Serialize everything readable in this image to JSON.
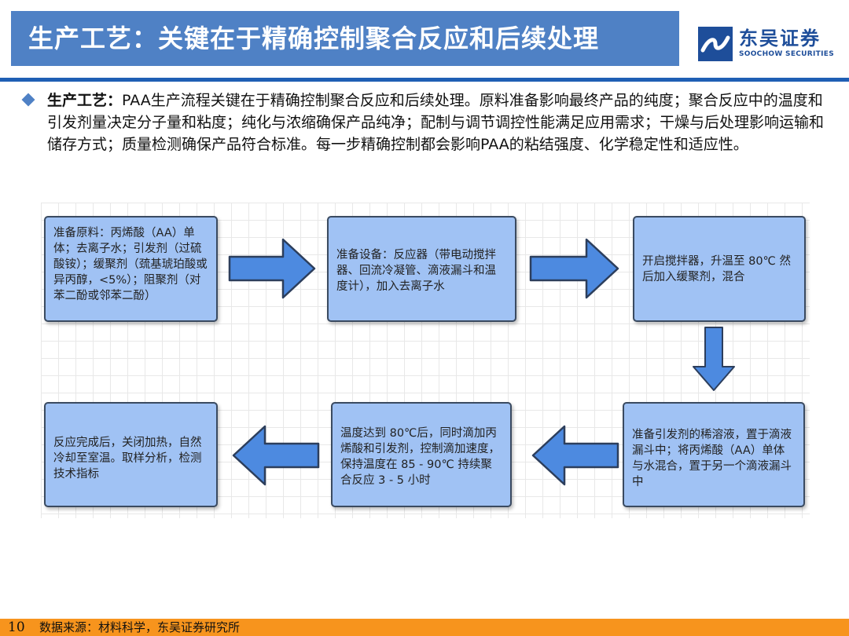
{
  "header": {
    "title": "生产工艺：关键在于精确控制聚合反应和后续处理",
    "logo_cn": "东吴证券",
    "logo_en": "SOOCHOW SECURITIES"
  },
  "intro": {
    "lead": "生产工艺：",
    "body": "PAA生产流程关键在于精确控制聚合反应和后续处理。原料准备影响最终产品的纯度；聚合反应中的温度和引发剂量决定分子量和粘度；纯化与浓缩确保产品纯净；配制与调节调控性能满足应用需求；干燥与后处理影响运输和储存方式；质量检测确保产品符合标准。每一步精确控制都会影响PAA的粘结强度、化学稳定性和适应性。"
  },
  "flow": {
    "step1": "准备原料：丙烯酸（AA）单体；去离子水；引发剂（过硫酸铵）；缓聚剂（巯基琥珀酸或异丙醇，<5%）；阻聚剂（对苯二酚或邻苯二酚）",
    "step2": "准备设备：反应器（带电动搅拌器、回流冷凝管、滴液漏斗和温度计），加入去离子水",
    "step3": "开启搅拌器，升温至 80℃ 然后加入缓聚剂，混合",
    "step4": "准备引发剂的稀溶液，置于滴液漏斗中；将丙烯酸（AA）单体与水混合，置于另一个滴液漏斗中",
    "step5": "温度达到 80℃后，同时滴加丙烯酸和引发剂，控制滴加速度，保持温度在 85 - 90℃ 持续聚合反应 3 - 5 小时",
    "step6": "反应完成后，关闭加热，自然冷却至室温。取样分析，检测技术指标"
  },
  "footer": {
    "page_number": "10",
    "source": "数据来源：材料科学，东吴证券研究所"
  },
  "colors": {
    "accent": "#4f81c5",
    "box_fill": "#a0c2f4",
    "arrow_fill": "#4d8ae0",
    "footer": "#f7941d"
  }
}
